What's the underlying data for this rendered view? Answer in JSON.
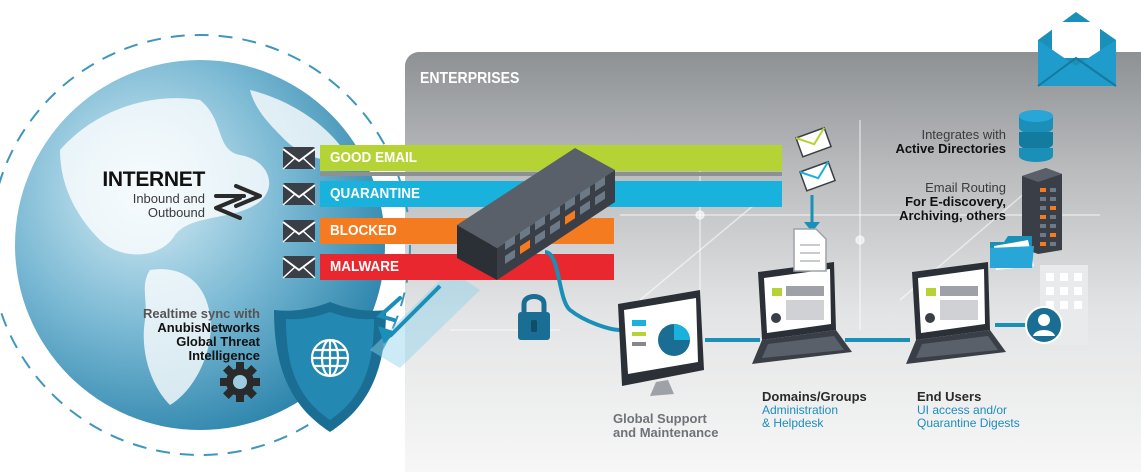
{
  "internet": {
    "title": "INTERNET",
    "line1": "Inbound and",
    "line2": "Outbound"
  },
  "sync": {
    "line1": "Realtime sync with",
    "line2": "AnubisNetworks",
    "line3": "Global Threat Intelligence"
  },
  "enterprises": "ENTERPRISES",
  "bands": [
    {
      "label": "GOOD EMAIL",
      "color": "#b5d334"
    },
    {
      "label": "QUARANTINE",
      "color": "#18b2dc"
    },
    {
      "label": "BLOCKED",
      "color": "#f47b20"
    },
    {
      "label": "MALWARE",
      "color": "#e8282e"
    }
  ],
  "directories": {
    "line1": "Integrates with",
    "line2": "Active Directories"
  },
  "routing": {
    "line1": "Email Routing",
    "line2": "For E-discovery,",
    "line3": "Archiving, others"
  },
  "support": {
    "line1": "Global Support",
    "line2": "and Maintenance"
  },
  "domains": {
    "title": "Domains/Groups",
    "line1": "Administration",
    "line2": "& Helpdesk"
  },
  "endusers": {
    "title": "End Users",
    "line1": "UI access and/or",
    "line2": "Quarantine Digests"
  },
  "colors": {
    "accent": "#1a8fb8",
    "dark": "#3a3f47",
    "panel": "#b9bbbd"
  }
}
